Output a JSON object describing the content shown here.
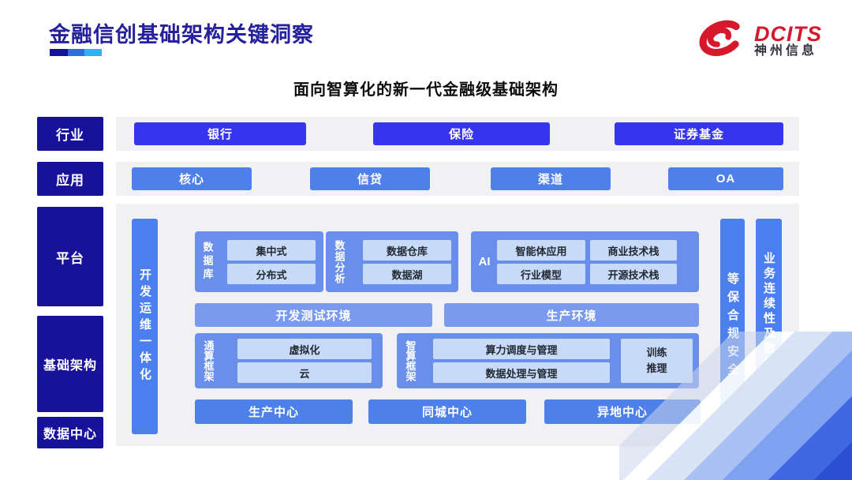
{
  "header": {
    "title": "金融信创基础架构关键洞察",
    "logo": {
      "brand": "DCITS",
      "company": "神州信息"
    }
  },
  "subtitle": "面向智算化的新一代金融级基础架构",
  "layers": {
    "industry": "行业",
    "application": "应用",
    "platform": "平台",
    "infrastructure": "基础架构",
    "datacenter": "数据中心"
  },
  "industry_items": [
    "银行",
    "保险",
    "证券基金"
  ],
  "application_items": [
    "核心",
    "信贷",
    "渠道",
    "OA"
  ],
  "platform_area": {
    "devops_bar": "开发运维一体化",
    "database": {
      "label": "数据库",
      "items": [
        "集中式",
        "分布式"
      ]
    },
    "analytics": {
      "label": "数据分析",
      "items": [
        "数据仓库",
        "数据湖"
      ]
    },
    "ai": {
      "label": "AI",
      "items": [
        "智能体应用",
        "商业技术栈",
        "行业模型",
        "开源技术栈"
      ]
    },
    "environments": [
      "开发测试环境",
      "生产环境"
    ],
    "general_compute": {
      "label": "通算框架",
      "items": [
        "虚拟化",
        "云"
      ]
    },
    "intelligent_compute": {
      "label": "智算框架",
      "items": [
        "算力调度与管理",
        "数据处理与管理"
      ],
      "side_item": "训练推理"
    },
    "centers": [
      "生产中心",
      "同城中心",
      "异地中心"
    ],
    "security_bar": "等保合规安全",
    "continuity_bar": "业务连续性及数据保护"
  },
  "colors": {
    "navy": "#18129B",
    "royal_blue": "#3634EC",
    "blue": "#4D80E8",
    "vertical_bar_blue": "#4B7FF0",
    "group_blue": "#6A8FEA",
    "env_bar_blue": "#7A9AF0",
    "light_blue": "#C7DAF8",
    "panel_gray": "#F1F1F4",
    "brand_red": "#D7182A",
    "title_indigo": "#25219B",
    "underline": [
      "#14129B",
      "#2E6CDB",
      "#2FB2EF"
    ]
  }
}
